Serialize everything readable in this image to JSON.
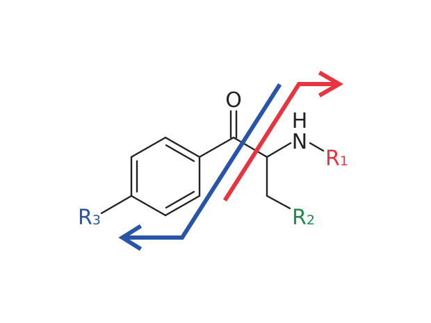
{
  "molecule": {
    "atom_O": "O",
    "atom_H": "H",
    "atom_N": "N"
  },
  "substituents": {
    "r1": {
      "base": "R",
      "index": "1"
    },
    "r2": {
      "base": "R",
      "index": "2"
    },
    "r3": {
      "base": "R",
      "index": "3"
    }
  },
  "colors": {
    "bond": "#222222",
    "r1_red": "#e8343e",
    "r2_green": "#1f8a4c",
    "r3_blue": "#2855a8"
  },
  "arrows": [
    {
      "name": "red-cleavage-arrow",
      "color": "#e8343e",
      "direction": "up-right"
    },
    {
      "name": "blue-cleavage-arrow",
      "color": "#2855a8",
      "direction": "down-left"
    }
  ]
}
